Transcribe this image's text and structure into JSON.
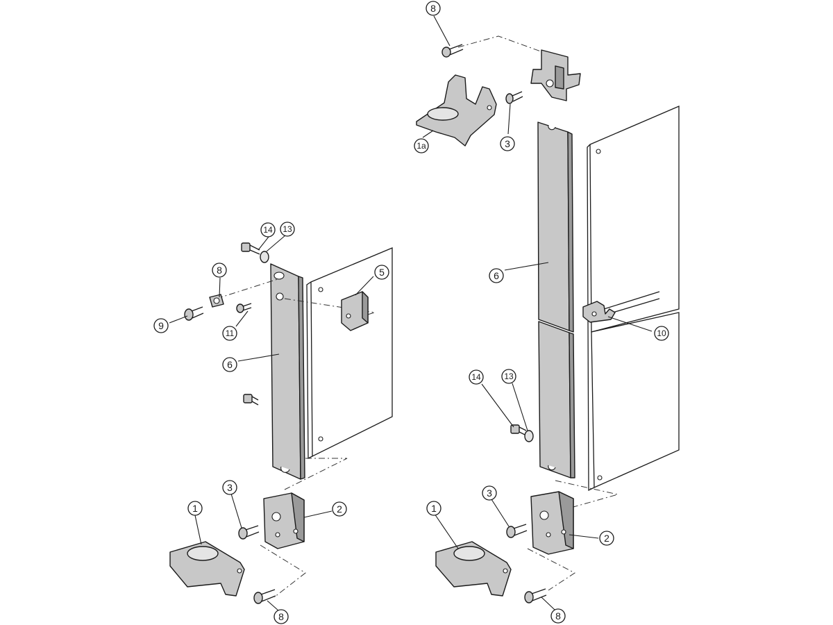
{
  "callouts": [
    {
      "id": "c8-top",
      "label": "8"
    },
    {
      "id": "c1a",
      "label": "1a"
    },
    {
      "id": "c3-topright",
      "label": "3"
    },
    {
      "id": "c6-right",
      "label": "6"
    },
    {
      "id": "c10",
      "label": "10"
    },
    {
      "id": "c14-right",
      "label": "14"
    },
    {
      "id": "c13-right",
      "label": "13"
    },
    {
      "id": "c1-right",
      "label": "1"
    },
    {
      "id": "c3-right",
      "label": "3"
    },
    {
      "id": "c2-right",
      "label": "2"
    },
    {
      "id": "c8-bottomright",
      "label": "8"
    },
    {
      "id": "c14-left",
      "label": "14"
    },
    {
      "id": "c13-left",
      "label": "13"
    },
    {
      "id": "c8-left",
      "label": "8"
    },
    {
      "id": "c5",
      "label": "5"
    },
    {
      "id": "c9",
      "label": "9"
    },
    {
      "id": "c11",
      "label": "11"
    },
    {
      "id": "c6-left",
      "label": "6"
    },
    {
      "id": "c3-left",
      "label": "3"
    },
    {
      "id": "c1-left",
      "label": "1"
    },
    {
      "id": "c2-left",
      "label": "2"
    },
    {
      "id": "c8-bottomleft",
      "label": "8"
    }
  ],
  "colors": {
    "line": "#1a1a1a",
    "part_fill": "#c8c8c8",
    "background": "#ffffff"
  }
}
